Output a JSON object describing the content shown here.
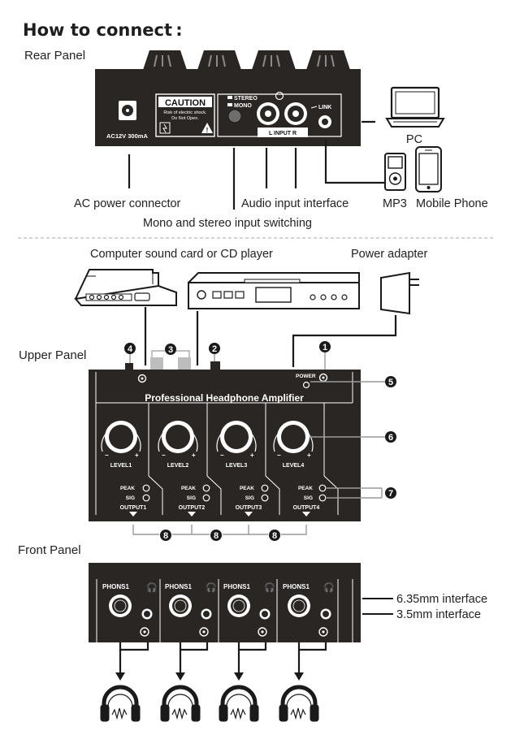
{
  "title": "How to connect :",
  "sections": {
    "rear": "Rear Panel",
    "upper": "Upper Panel",
    "front": "Front Panel"
  },
  "rear_panel": {
    "power_rating": "AC12V 300mA",
    "caution_title": "CAUTION",
    "caution_line1": "Risk of electric shock.",
    "caution_line2": "Do Not Open.",
    "stereo": "STEREO",
    "mono": "MONO",
    "link": "LINK",
    "input_label": "L INPUT R"
  },
  "labels": {
    "ac_power": "AC power connector",
    "audio_input": "Audio input interface",
    "mono_stereo": "Mono and stereo input switching",
    "mp3": "MP3",
    "mobile": "Mobile Phone",
    "pc": "PC",
    "sound_card": "Computer sound card or CD player",
    "power_adapter": "Power adapter",
    "jack_635": "6.35mm interface",
    "jack_35": "3.5mm interface"
  },
  "upper_panel": {
    "product_name": "Professional Headphone Amplifier",
    "power": "POWER",
    "peak": "PEAK",
    "sig": "SIG",
    "channels": [
      {
        "level": "LEVEL1",
        "output": "OUTPUT1"
      },
      {
        "level": "LEVEL2",
        "output": "OUTPUT2"
      },
      {
        "level": "LEVEL3",
        "output": "OUTPUT3"
      },
      {
        "level": "LEVEL4",
        "output": "OUTPUT4"
      }
    ]
  },
  "front_panel": {
    "phones": [
      "PHONS1",
      "PHONS1",
      "PHONS1",
      "PHONS1"
    ]
  },
  "callouts": {
    "n1": "1",
    "n2": "2",
    "n3": "3",
    "n4": "4",
    "n5": "5",
    "n6": "6",
    "n7": "7",
    "n8": "8"
  },
  "colors": {
    "panel": "#2a2624",
    "line": "#1a1a1a",
    "callout_line": "#9a9a9a"
  }
}
